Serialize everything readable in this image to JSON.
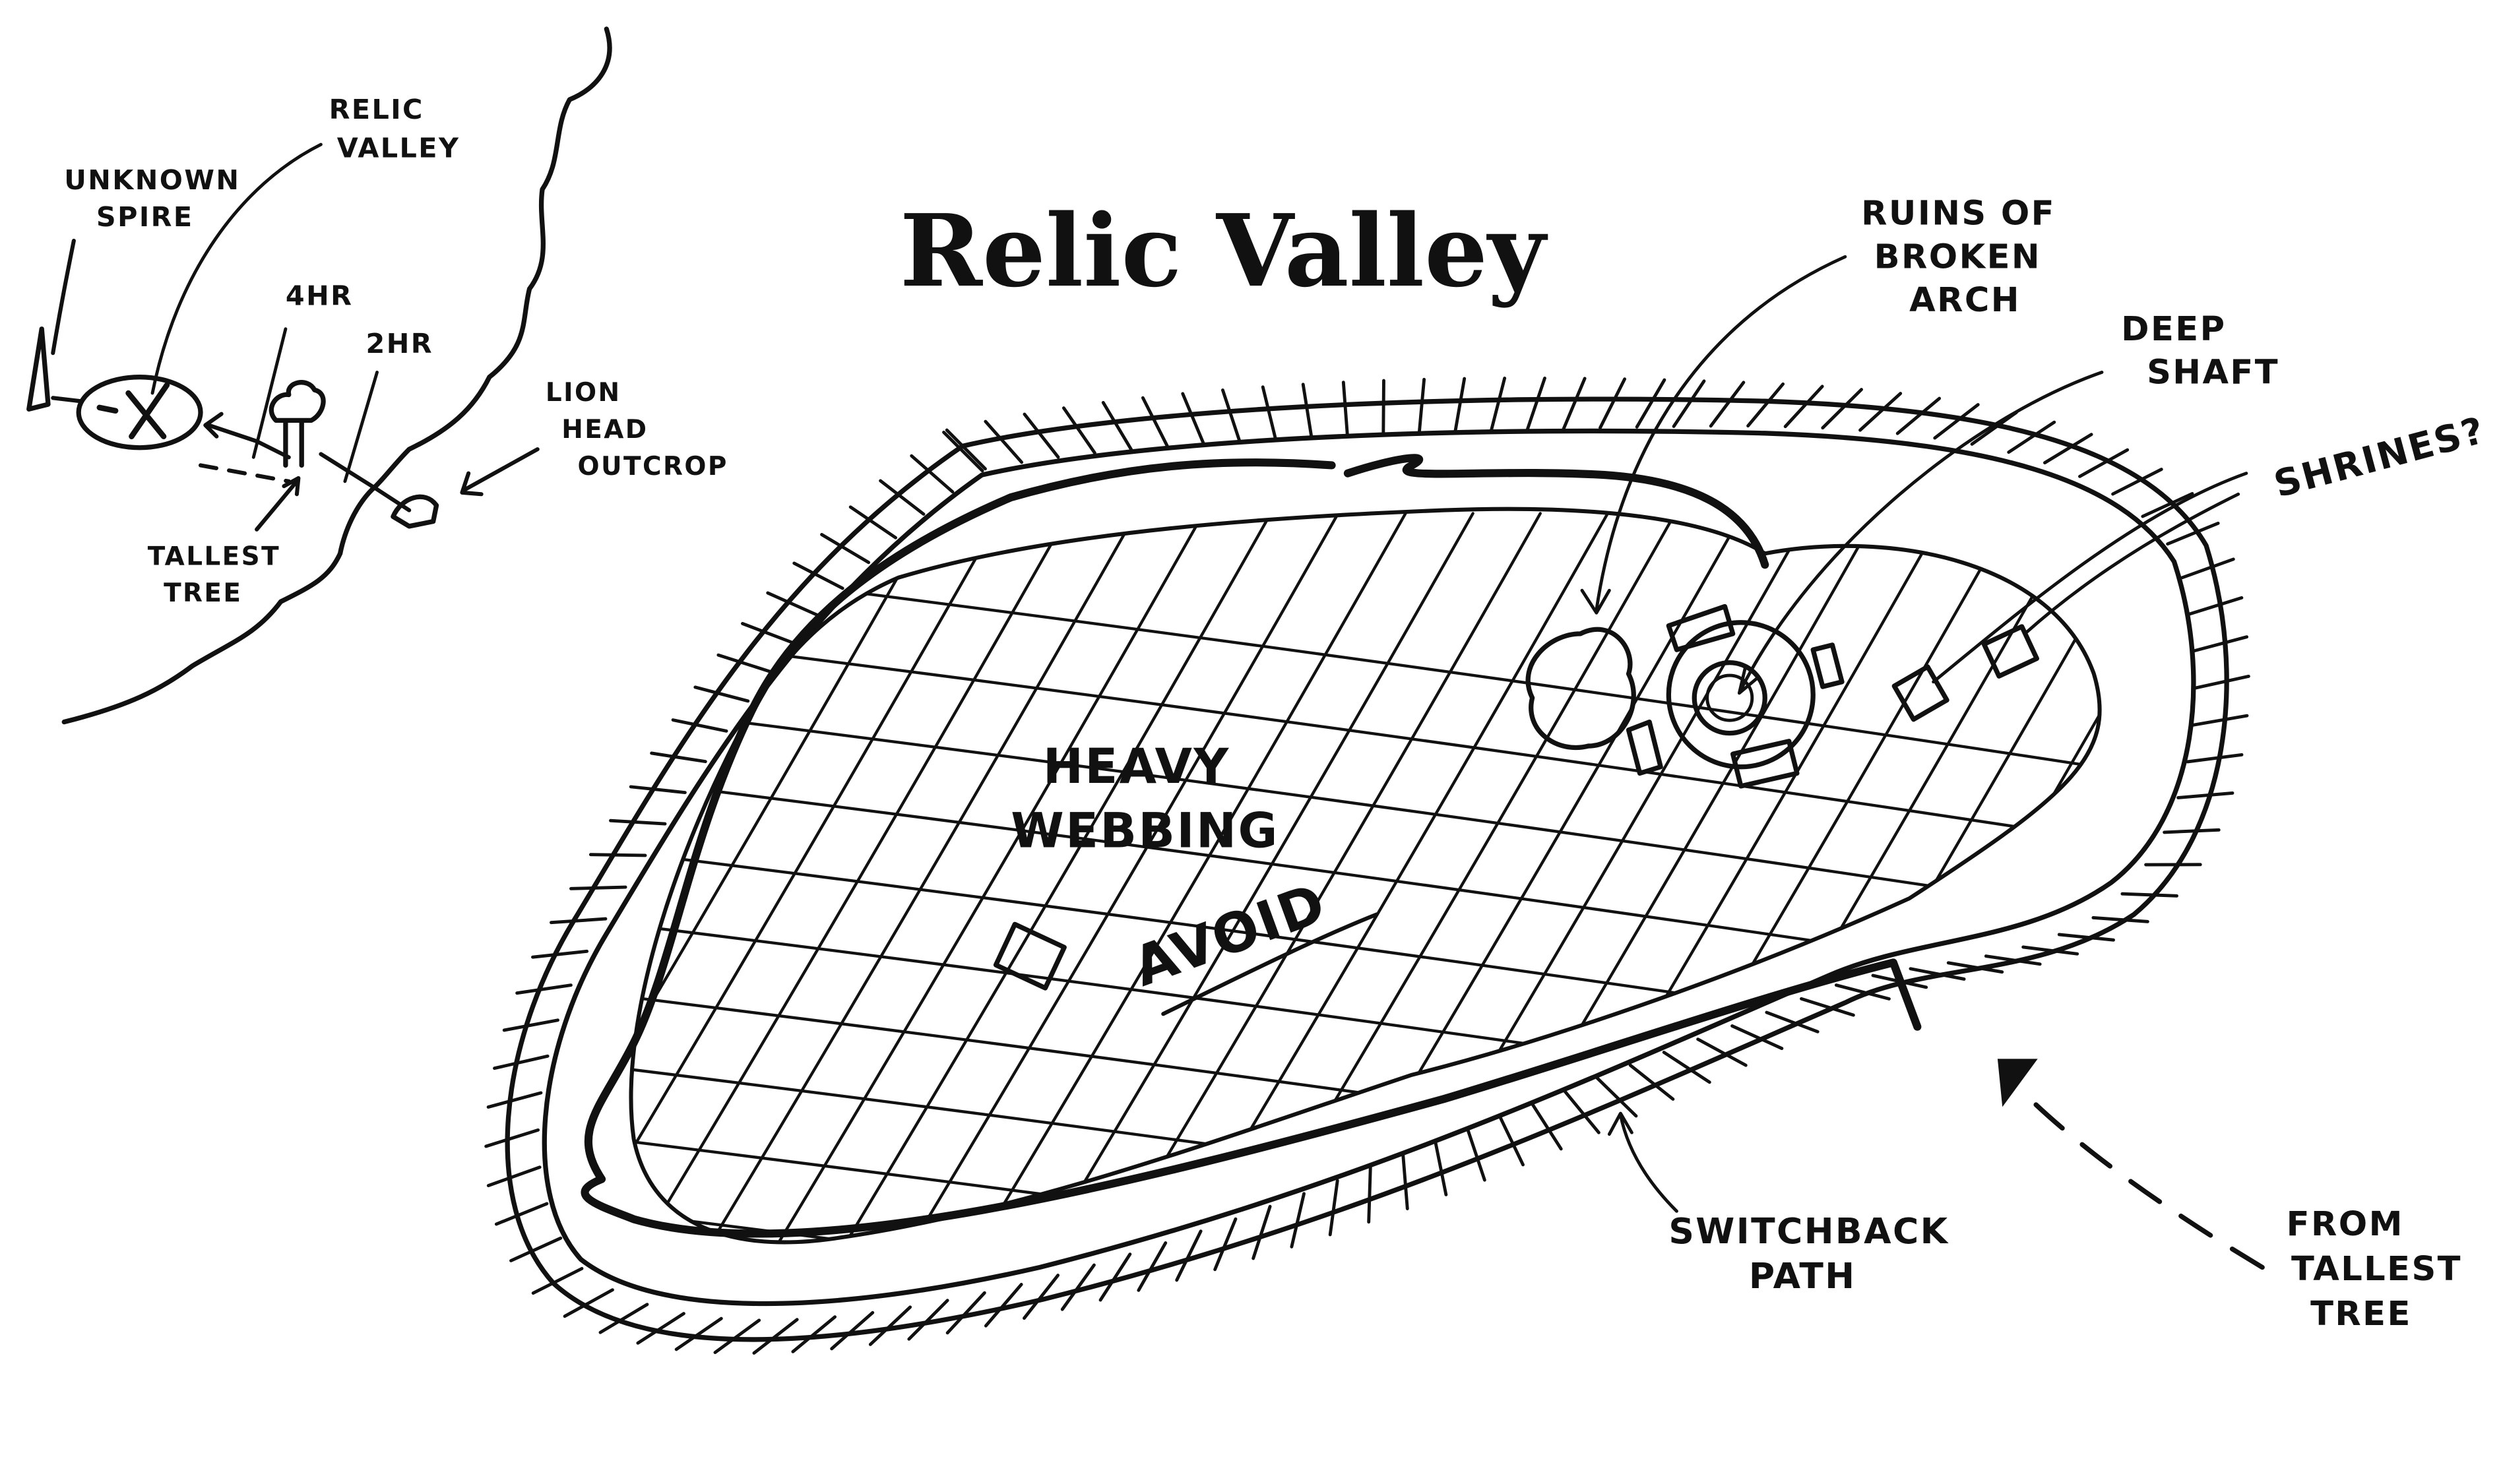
{
  "title": "Relic Valley",
  "overview_map": {
    "unknown_spire": [
      "UNKNOWN",
      "SPIRE"
    ],
    "relic_valley": [
      "RELIC",
      "VALLEY"
    ],
    "time_4hr": "4HR",
    "time_2hr": "2HR",
    "lion_head_outcrop": [
      "LION",
      "HEAD",
      "OUTCROP"
    ],
    "tallest_tree": [
      "TALLEST",
      "TREE"
    ]
  },
  "valley_map": {
    "ruins": [
      "RUINS OF",
      "BROKEN",
      "ARCH"
    ],
    "deep_shaft": [
      "DEEP",
      "SHAFT"
    ],
    "shrines": "SHRINES?",
    "webbing": [
      "HEAVY",
      "WEBBING"
    ],
    "avoid": "AVOID",
    "switchback": [
      "SWITCHBACK",
      "PATH"
    ],
    "from_tree": [
      "FROM",
      "TALLEST",
      "TREE"
    ]
  },
  "colors": {
    "ink": "#111111",
    "paper": "#ffffff"
  }
}
